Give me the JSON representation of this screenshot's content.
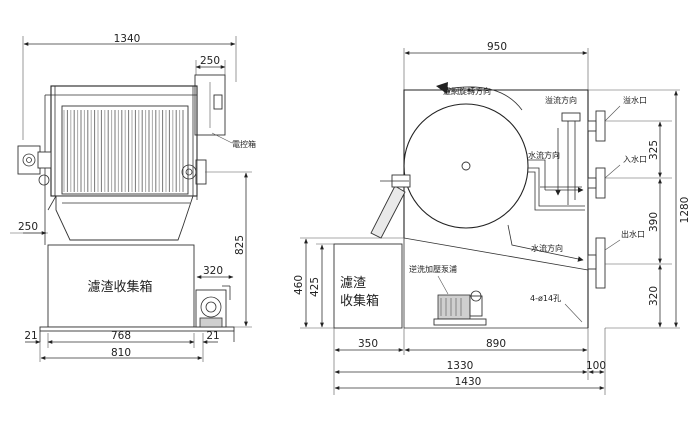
{
  "front_view": {
    "dims": {
      "overall_width": "1340",
      "panel_width": "250",
      "left_offset": "250",
      "height": "825",
      "pump_offset": "320",
      "foot_left": "21",
      "foot_right": "21",
      "inner_width": "768",
      "base_width": "810"
    },
    "labels": {
      "control_box": "電控箱",
      "collection_box": "濾渣收集箱"
    }
  },
  "side_view": {
    "dims": {
      "top_width": "950",
      "overflow_spacing": "325",
      "inlet_outlet_spacing": "390",
      "outlet_height": "320",
      "overall_height": "1280",
      "box_height_outer": "460",
      "box_height_inner": "425",
      "box_width": "350",
      "main_width": "890",
      "frame_length": "1330",
      "flange_width": "100",
      "overall_length": "1430"
    },
    "labels": {
      "rotation_direction": "濾網旋轉方向",
      "overflow_direction": "溢流方向",
      "overflow_port": "溢水口",
      "water_flow_direction_1": "水流方向",
      "inlet": "入水口",
      "water_flow_direction_2": "水流方向",
      "outlet": "出水口",
      "box_line1": "濾渣",
      "box_line2": "收集箱",
      "pump": "逆洗加壓泵浦",
      "holes": "4-ø14孔"
    }
  }
}
